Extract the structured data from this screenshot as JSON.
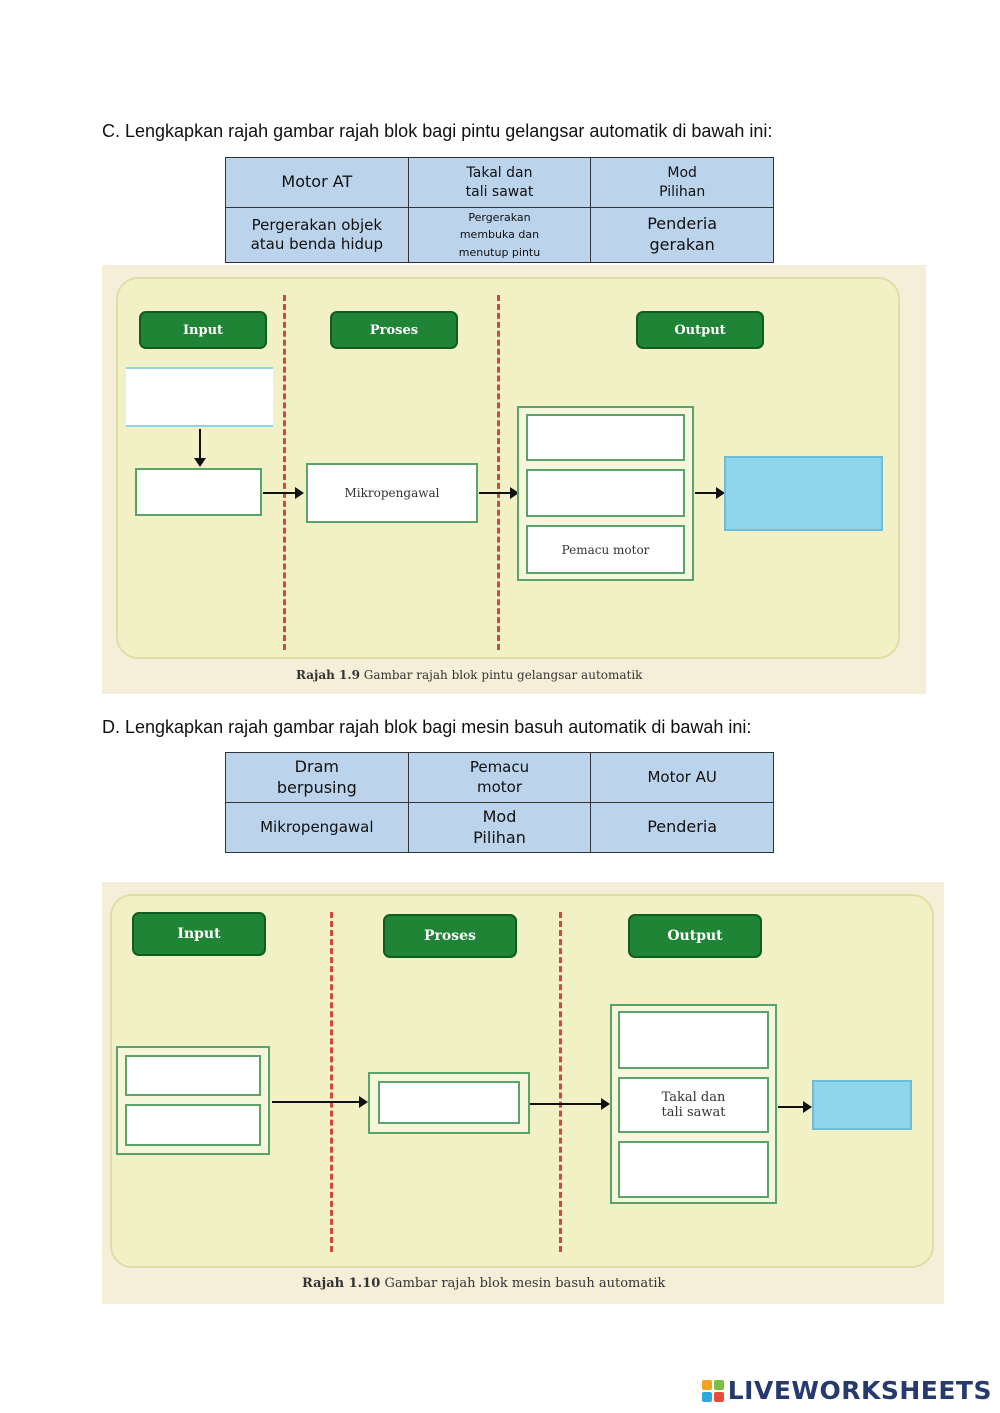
{
  "section_c": {
    "instruction": "C.  Lengkapkan rajah gambar rajah blok bagi pintu gelangsar automatik di bawah ini:",
    "options": [
      [
        "Motor AT",
        "Takal dan\ntali sawat",
        "Mod\nPilihan"
      ],
      [
        "Pergerakan objek\natau benda hidup",
        "Pergerakan\nmembuka dan\nmenutup pintu",
        "Penderia\ngerakan"
      ]
    ],
    "diagram": {
      "input_label": "Input",
      "process_label": "Proses",
      "output_label": "Output",
      "process_box": "Mikropengawal",
      "output_box_3": "Pemacu motor",
      "caption_prefix": "Rajah 1.9",
      "caption_text": "Gambar rajah blok pintu gelangsar automatik"
    }
  },
  "section_d": {
    "instruction": "D.  Lengkapkan rajah gambar rajah blok bagi mesin basuh automatik di bawah ini:",
    "options": [
      [
        "Dram\nberpusing",
        "Pemacu\nmotor",
        "Motor AU"
      ],
      [
        "Mikropengawal",
        "Mod\nPilihan",
        "Penderia"
      ]
    ],
    "diagram": {
      "input_label": "Input",
      "process_label": "Proses",
      "output_label": "Output",
      "output_box_2": "Takal dan\ntali sawat",
      "caption_prefix": "Rajah 1.10",
      "caption_text": "Gambar rajah blok mesin basuh automatik"
    }
  },
  "brand": {
    "name": "LIVEWORKSHEETS",
    "mark_colors": [
      "#f2a31b",
      "#7ac143",
      "#2fa8dc",
      "#e84c3d"
    ]
  }
}
